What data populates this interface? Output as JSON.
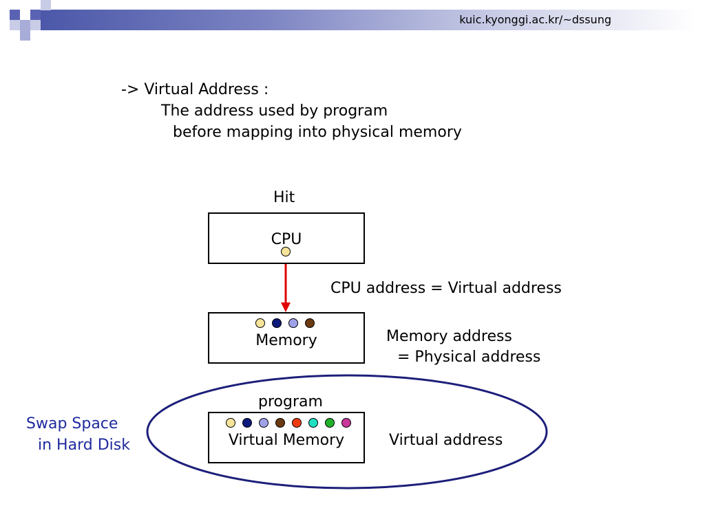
{
  "header": {
    "url": "kuic.kyonggi.ac.kr/~dssung"
  },
  "definition": {
    "line1": "-> Virtual Address :",
    "line2": "The address used by program",
    "line3": "before mapping into physical memory"
  },
  "diagram": {
    "hit_label": "Hit",
    "cpu_label": "CPU",
    "memory_label": "Memory",
    "program_label": "program",
    "virtual_memory_label": "Virtual Memory",
    "cpu_address_note": "CPU address = Virtual address",
    "memory_address_line1": "Memory address",
    "memory_address_line2": "= Physical address",
    "virtual_address_note": "Virtual address",
    "swap_line1": "Swap Space",
    "swap_line2": "in Hard Disk"
  },
  "colors": {
    "accent_blue": "#1f2a9e",
    "arrow_red": "#e00000",
    "ellipse_navy": "#1c1f7a",
    "dots": {
      "light_yellow": "#f5e39a",
      "navy": "#0d1a7a",
      "lavender": "#9fa2e8",
      "brown": "#6b3a12",
      "red_orange": "#f03a10",
      "teal": "#1ee0c0",
      "green": "#20b02a",
      "magenta": "#c8369a"
    }
  }
}
